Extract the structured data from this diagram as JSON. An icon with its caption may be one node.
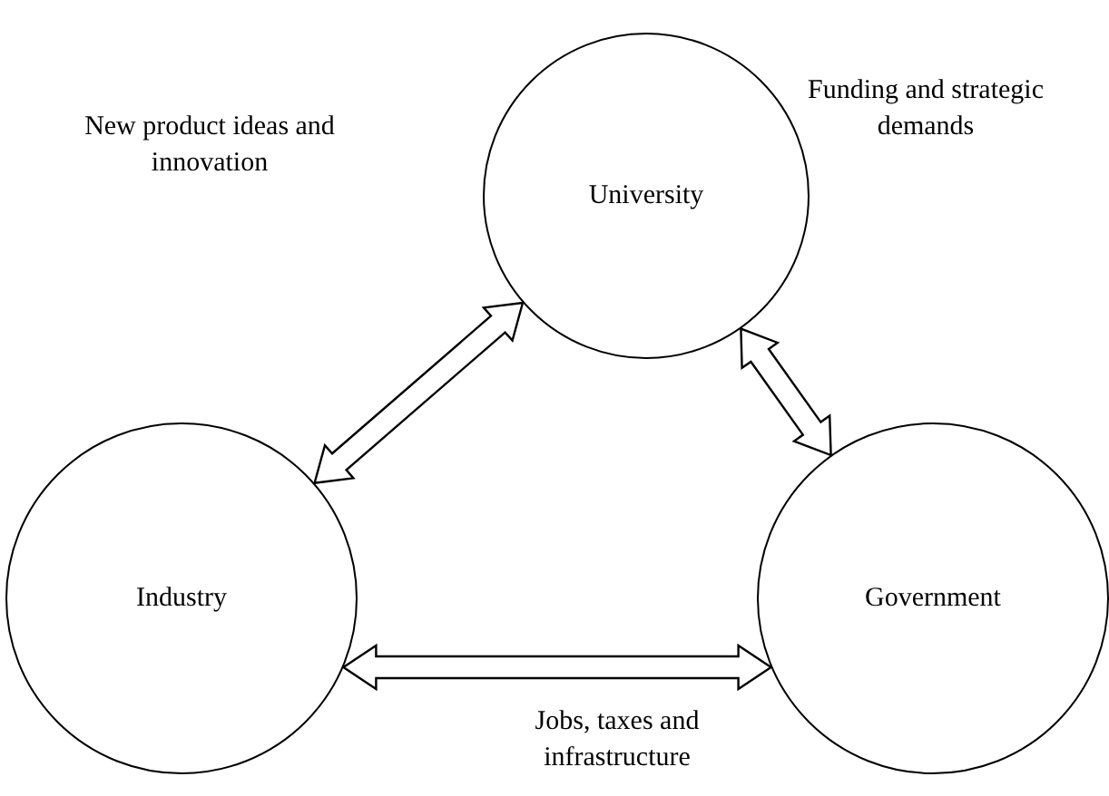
{
  "diagram": {
    "nodes": [
      {
        "text": [
          "University"
        ]
      },
      {
        "text": [
          "Industry"
        ]
      },
      {
        "text": [
          "Government"
        ]
      }
    ],
    "edges": [
      {
        "from": 0,
        "to": 1,
        "arrow": "both"
      },
      {
        "from": 0,
        "to": 2,
        "arrow": "both"
      },
      {
        "from": 1,
        "to": 2,
        "arrow": "both"
      }
    ],
    "labels": [
      "New product ideas and innovation",
      "Funding and strategic demands",
      "Jobs, taxes and infrastructure"
    ]
  }
}
